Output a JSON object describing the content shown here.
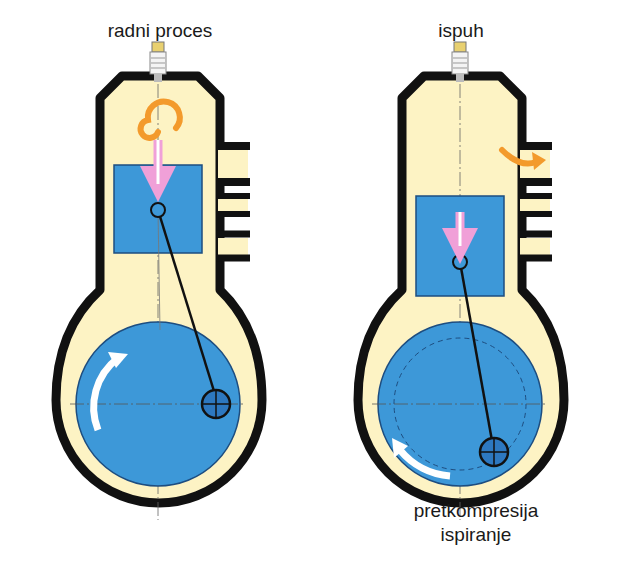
{
  "diagram": {
    "labels": [
      "radni proces",
      "ispuh",
      "pretkompresija",
      "ispiranje"
    ]
  }
}
